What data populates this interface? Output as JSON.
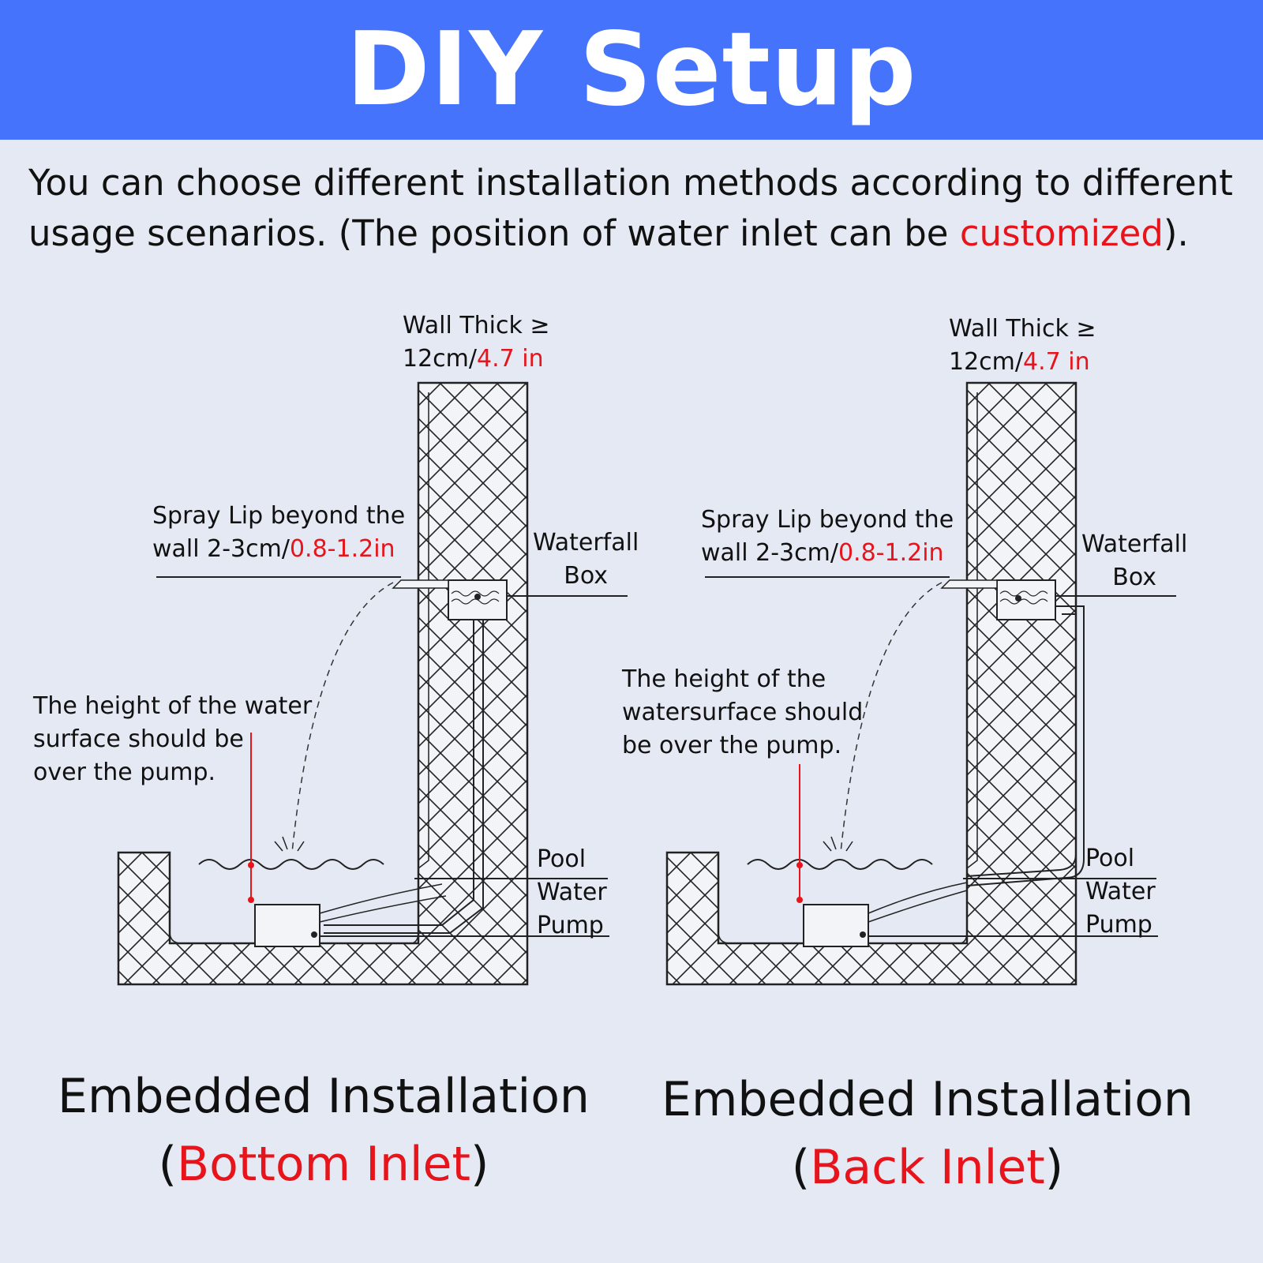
{
  "header": {
    "title": "DIY Setup"
  },
  "intro": {
    "text_before": "You can choose different installation methods according to different usage scenarios. (The position of water inlet can be ",
    "highlight": "customized",
    "text_after": ")."
  },
  "diagrams": [
    {
      "wall_thick_line1": "Wall Thick ≥",
      "wall_thick_cm": "12cm/",
      "wall_thick_in": "4.7 in",
      "spray_lip_line1": "Spray Lip beyond the",
      "spray_lip_cm": "wall 2-3cm/",
      "spray_lip_in": "0.8-1.2in",
      "waterfall_box_line1": "Waterfall",
      "waterfall_box_line2": "Box",
      "water_height_line1": "The height of the water",
      "water_height_line2": "surface should be",
      "water_height_line3": "over the pump.",
      "pump_line1": "Pool",
      "pump_line2": "Water",
      "pump_line3": "Pump",
      "caption_line1": "Embedded Installation",
      "caption_open": "(",
      "caption_highlight": "Bottom Inlet",
      "caption_close": ")"
    },
    {
      "wall_thick_line1": "Wall Thick ≥",
      "wall_thick_cm": "12cm/",
      "wall_thick_in": "4.7 in",
      "spray_lip_line1": "Spray Lip beyond the",
      "spray_lip_cm": "wall 2-3cm/",
      "spray_lip_in": "0.8-1.2in",
      "waterfall_box_line1": "Waterfall",
      "waterfall_box_line2": "Box",
      "water_height_line1": "The height of the",
      "water_height_line2": "watersurface should",
      "water_height_line3": "be over the pump.",
      "pump_line1": "Pool",
      "pump_line2": "Water",
      "pump_line3": "Pump",
      "caption_line1": "Embedded Installation",
      "caption_open": "(",
      "caption_highlight": "Back Inlet",
      "caption_close": ")"
    }
  ],
  "colors": {
    "header_bg": "#4573fb",
    "accent_red": "#e8141b",
    "background": "#e4e9f3"
  }
}
